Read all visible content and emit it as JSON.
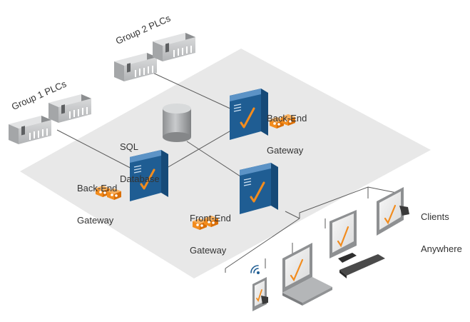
{
  "labels": {
    "group1": "Group 1 PLCs",
    "group2": "Group 2 PLCs",
    "sql_line1": "SQL",
    "sql_line2": "Database",
    "backend_right_line1": "Back-End",
    "backend_right_line2": "Gateway",
    "backend_left_line1": "Back-End",
    "backend_left_line2": "Gateway",
    "frontend_line1": "Front-End",
    "frontend_line2": "Gateway",
    "clients_line1": "Clients",
    "clients_line2": "Anywhere"
  },
  "colors": {
    "platform": "#e8e8e8",
    "server_blue": "#1f5d93",
    "server_light": "#8fb8dc",
    "accent_orange": "#f28c1e",
    "plc_gray": "#9a9c9e",
    "line": "#5a5a5a"
  },
  "icons": {
    "server": "server-icon",
    "plc": "plc-rack-icon",
    "database": "database-cylinder-icon",
    "laptop": "laptop-icon",
    "monitor": "monitor-icon",
    "phone": "phone-icon",
    "wifi": "wifi-icon",
    "module": "gateway-module-icon"
  }
}
